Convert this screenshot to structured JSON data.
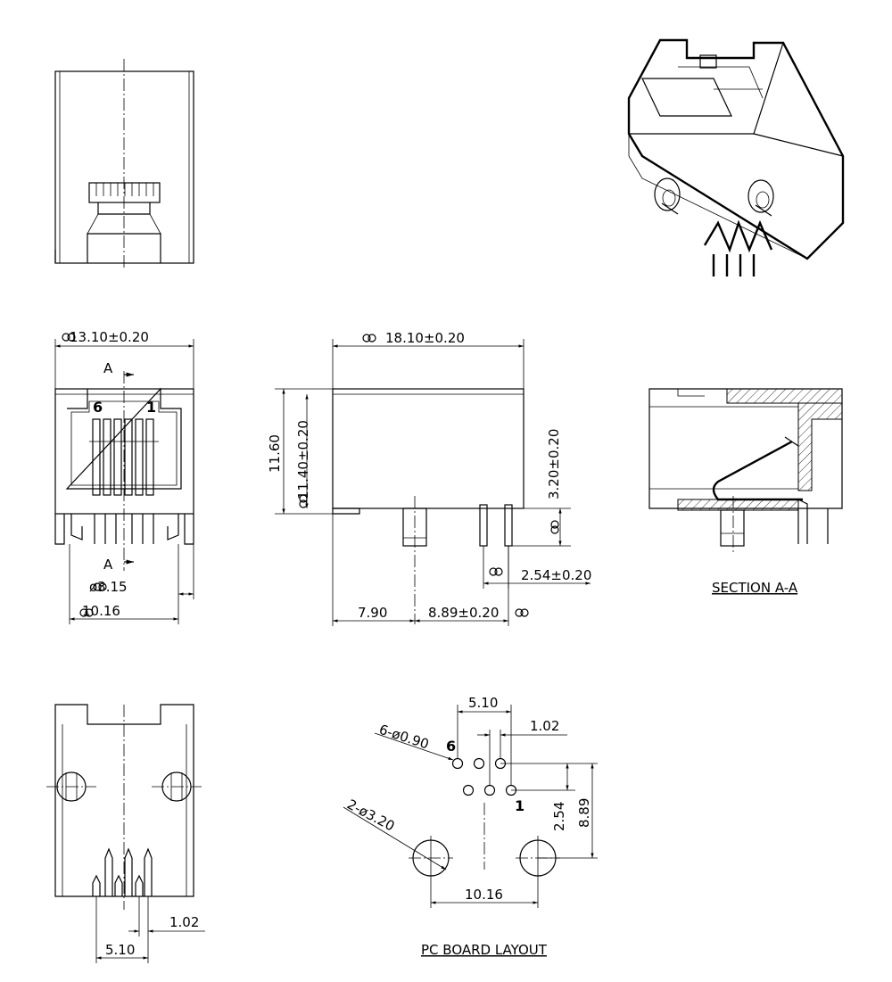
{
  "dimensions": {
    "width_front": "13.10±0.20",
    "width_side": "18.10±0.20",
    "height_total": "11.60",
    "height_body": "11.40±0.20",
    "pin_length": "3.20±0.20",
    "pin_pitch": "2.54±0.20",
    "post_diameter": "ø3.15",
    "post_spacing_front": "10.16",
    "front_offset": "7.90",
    "post_to_pin": "8.89±0.20",
    "pcb_row_width": "5.10",
    "pcb_pin_pitch": "1.02",
    "pcb_pin_holes": "6-ø0.90",
    "pcb_post_holes": "2-ø3.20",
    "pcb_row_offset": "2.54",
    "pcb_post_offset": "8.89",
    "pcb_post_spacing": "10.16",
    "bottom_pitch": "1.02",
    "bottom_row_width": "5.10"
  },
  "section_marker": "A",
  "pin_labels": {
    "first": "1",
    "last": "6"
  },
  "view_labels": {
    "section": "SECTION A-A",
    "pcb": "PC BOARD LAYOUT"
  }
}
